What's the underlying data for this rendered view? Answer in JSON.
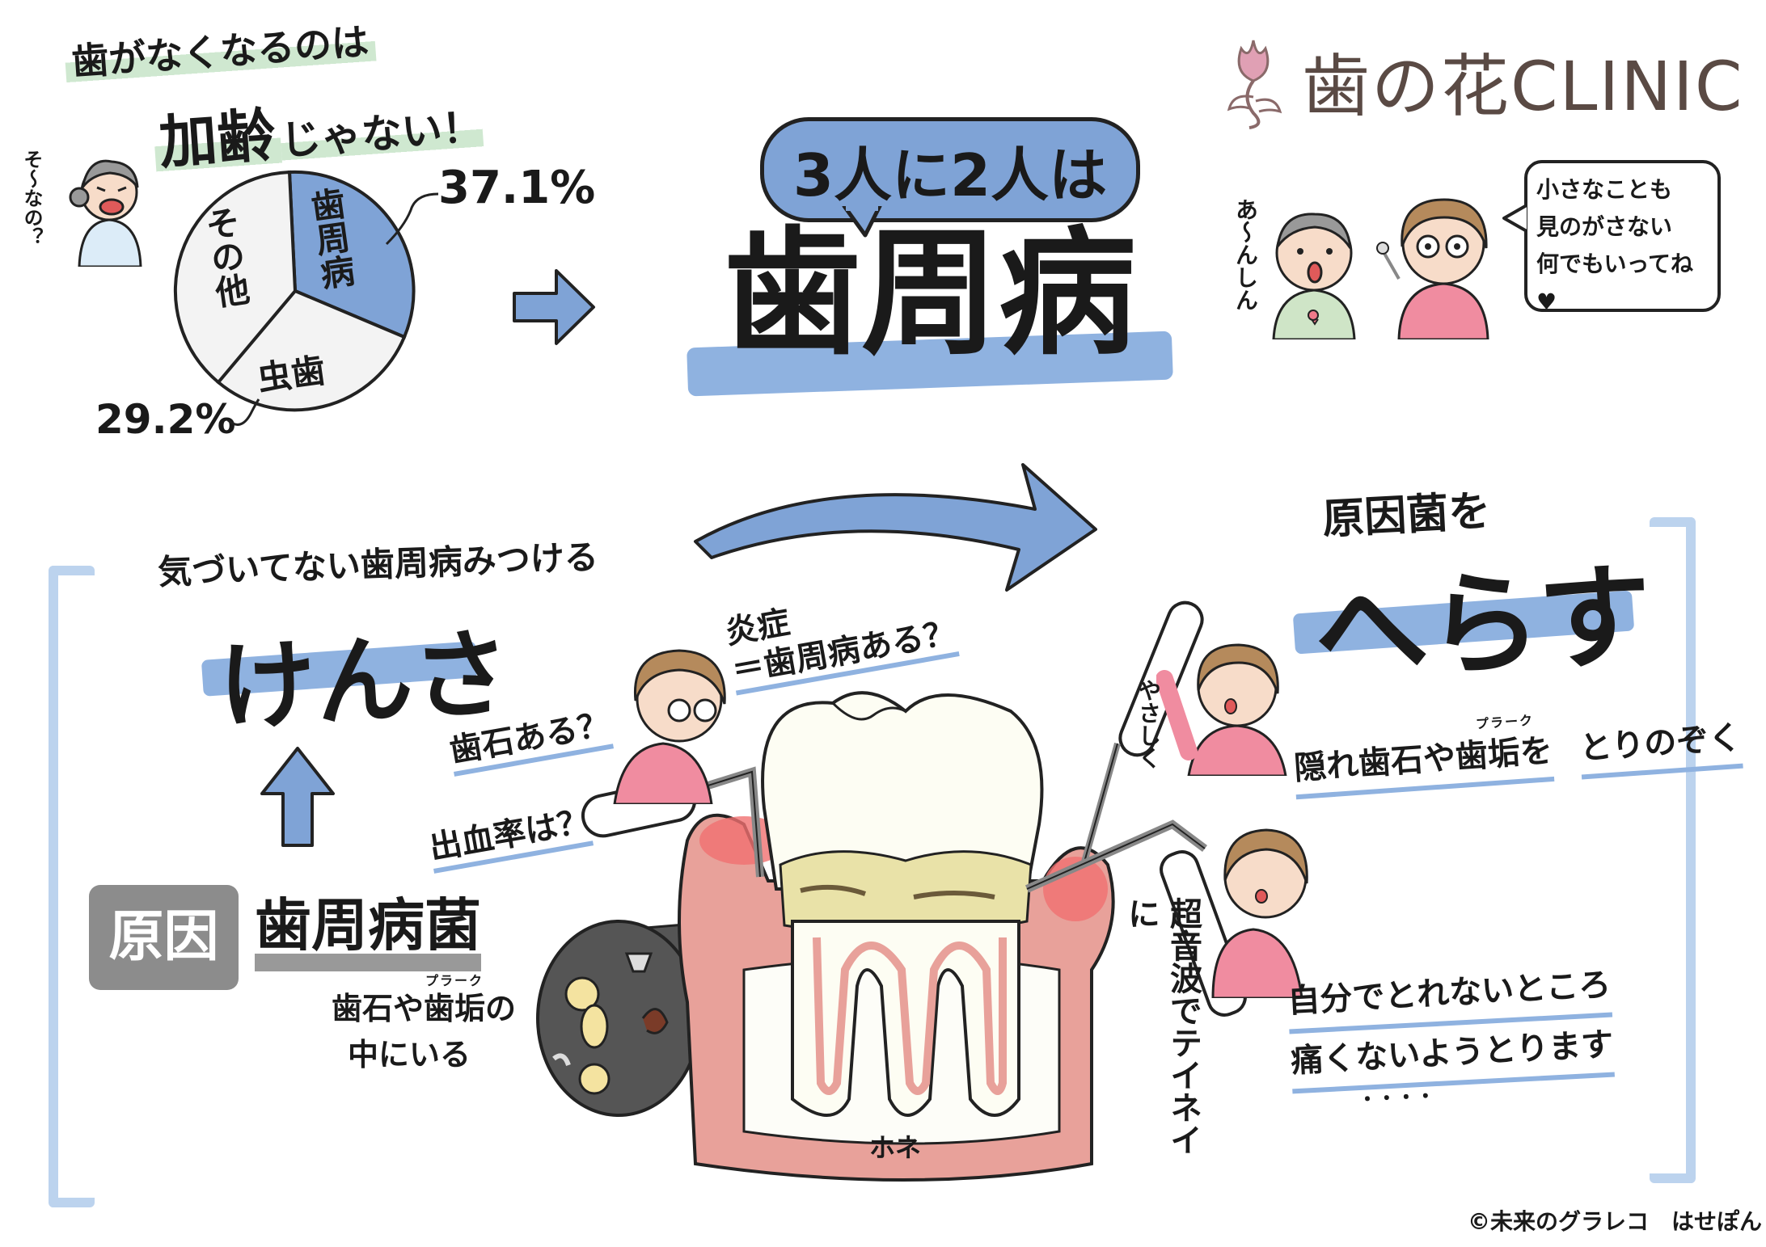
{
  "headline": {
    "line1": "歯がなくなるのは",
    "line2_big": "加齢",
    "line2_rest": "じゃない！"
  },
  "brand": {
    "logo_text": "歯の花CLINIC"
  },
  "pie": {
    "segments": [
      {
        "label": "歯周病",
        "percent": "37.1%",
        "color": "#7fa3d6"
      },
      {
        "label": "虫歯",
        "percent": "29.2%",
        "color": "#f2f2f2"
      },
      {
        "label": "その他",
        "color": "#f2f2f2"
      }
    ],
    "side_comment": "そ〜なの？"
  },
  "stat": {
    "bubble": "3人に2人は",
    "big": "歯周病"
  },
  "reassure": {
    "side": "あ〜んしん",
    "bubble_lines": [
      "小さなことも",
      "見のがさない",
      "何でもいってね♥"
    ]
  },
  "exam": {
    "subtitle": "気づいてない歯周病みつける",
    "big": "けんさ"
  },
  "inspect_labels": {
    "inflammation_l1": "炎症",
    "inflammation_l2": "＝歯周病ある？",
    "tartar_q": "歯石ある？",
    "bleeding_q": "出血率は？"
  },
  "cause": {
    "tag": "原因",
    "label": "歯周病菌",
    "where_part1": "歯石や",
    "where_part2": "歯垢の",
    "where_ruby": "プラーク",
    "where_line2": "中にいる"
  },
  "tooth": {
    "bone_label": "ホネ"
  },
  "reduce": {
    "subtitle": "原因菌を",
    "big": "へらす",
    "gentle": "やさしく",
    "step1_part1": "隠れ歯石や",
    "step1_part2": "歯垢を",
    "step1_ruby": "プラーク",
    "step1_line2": "とりのぞく",
    "ultrasonic": "超音波でテイネイに",
    "step2_line1": "自分でとれないところ",
    "step2_line2": "痛くないようとります",
    "dots": "・・・・"
  },
  "credit": "©未来のグラレコ　はせぽん"
}
